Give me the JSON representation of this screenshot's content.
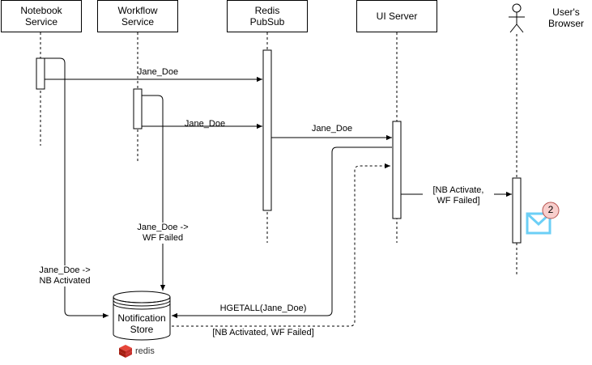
{
  "participants": {
    "notebook": "Notebook\nService",
    "workflow": "Workflow\nService",
    "redis_pubsub": "Redis\nPubSub",
    "ui_server": "UI Server",
    "users_browser": "User's\nBrowser"
  },
  "messages": {
    "nb_to_pubsub": "Jane_Doe",
    "wf_to_pubsub": "Jane_Doe",
    "pubsub_to_ui": "Jane_Doe",
    "ui_to_browser": "[NB Activate,\nWF Failed]",
    "wf_to_store": "Jane_Doe ->\nWF Failed",
    "nb_to_store": "Jane_Doe ->\nNB Activated",
    "ui_to_store": "HGETALL(Jane_Doe)",
    "store_to_ui": "[NB Activated, WF Failed]"
  },
  "store": {
    "label": "Notification\nStore",
    "logo_text": "redis"
  },
  "notification": {
    "count": "2"
  },
  "colors": {
    "line": "#000000",
    "badge_fill": "#f8cecc",
    "badge_stroke": "#b85450",
    "envelope": "#6ccff6",
    "redis_red": "#d82c20"
  }
}
